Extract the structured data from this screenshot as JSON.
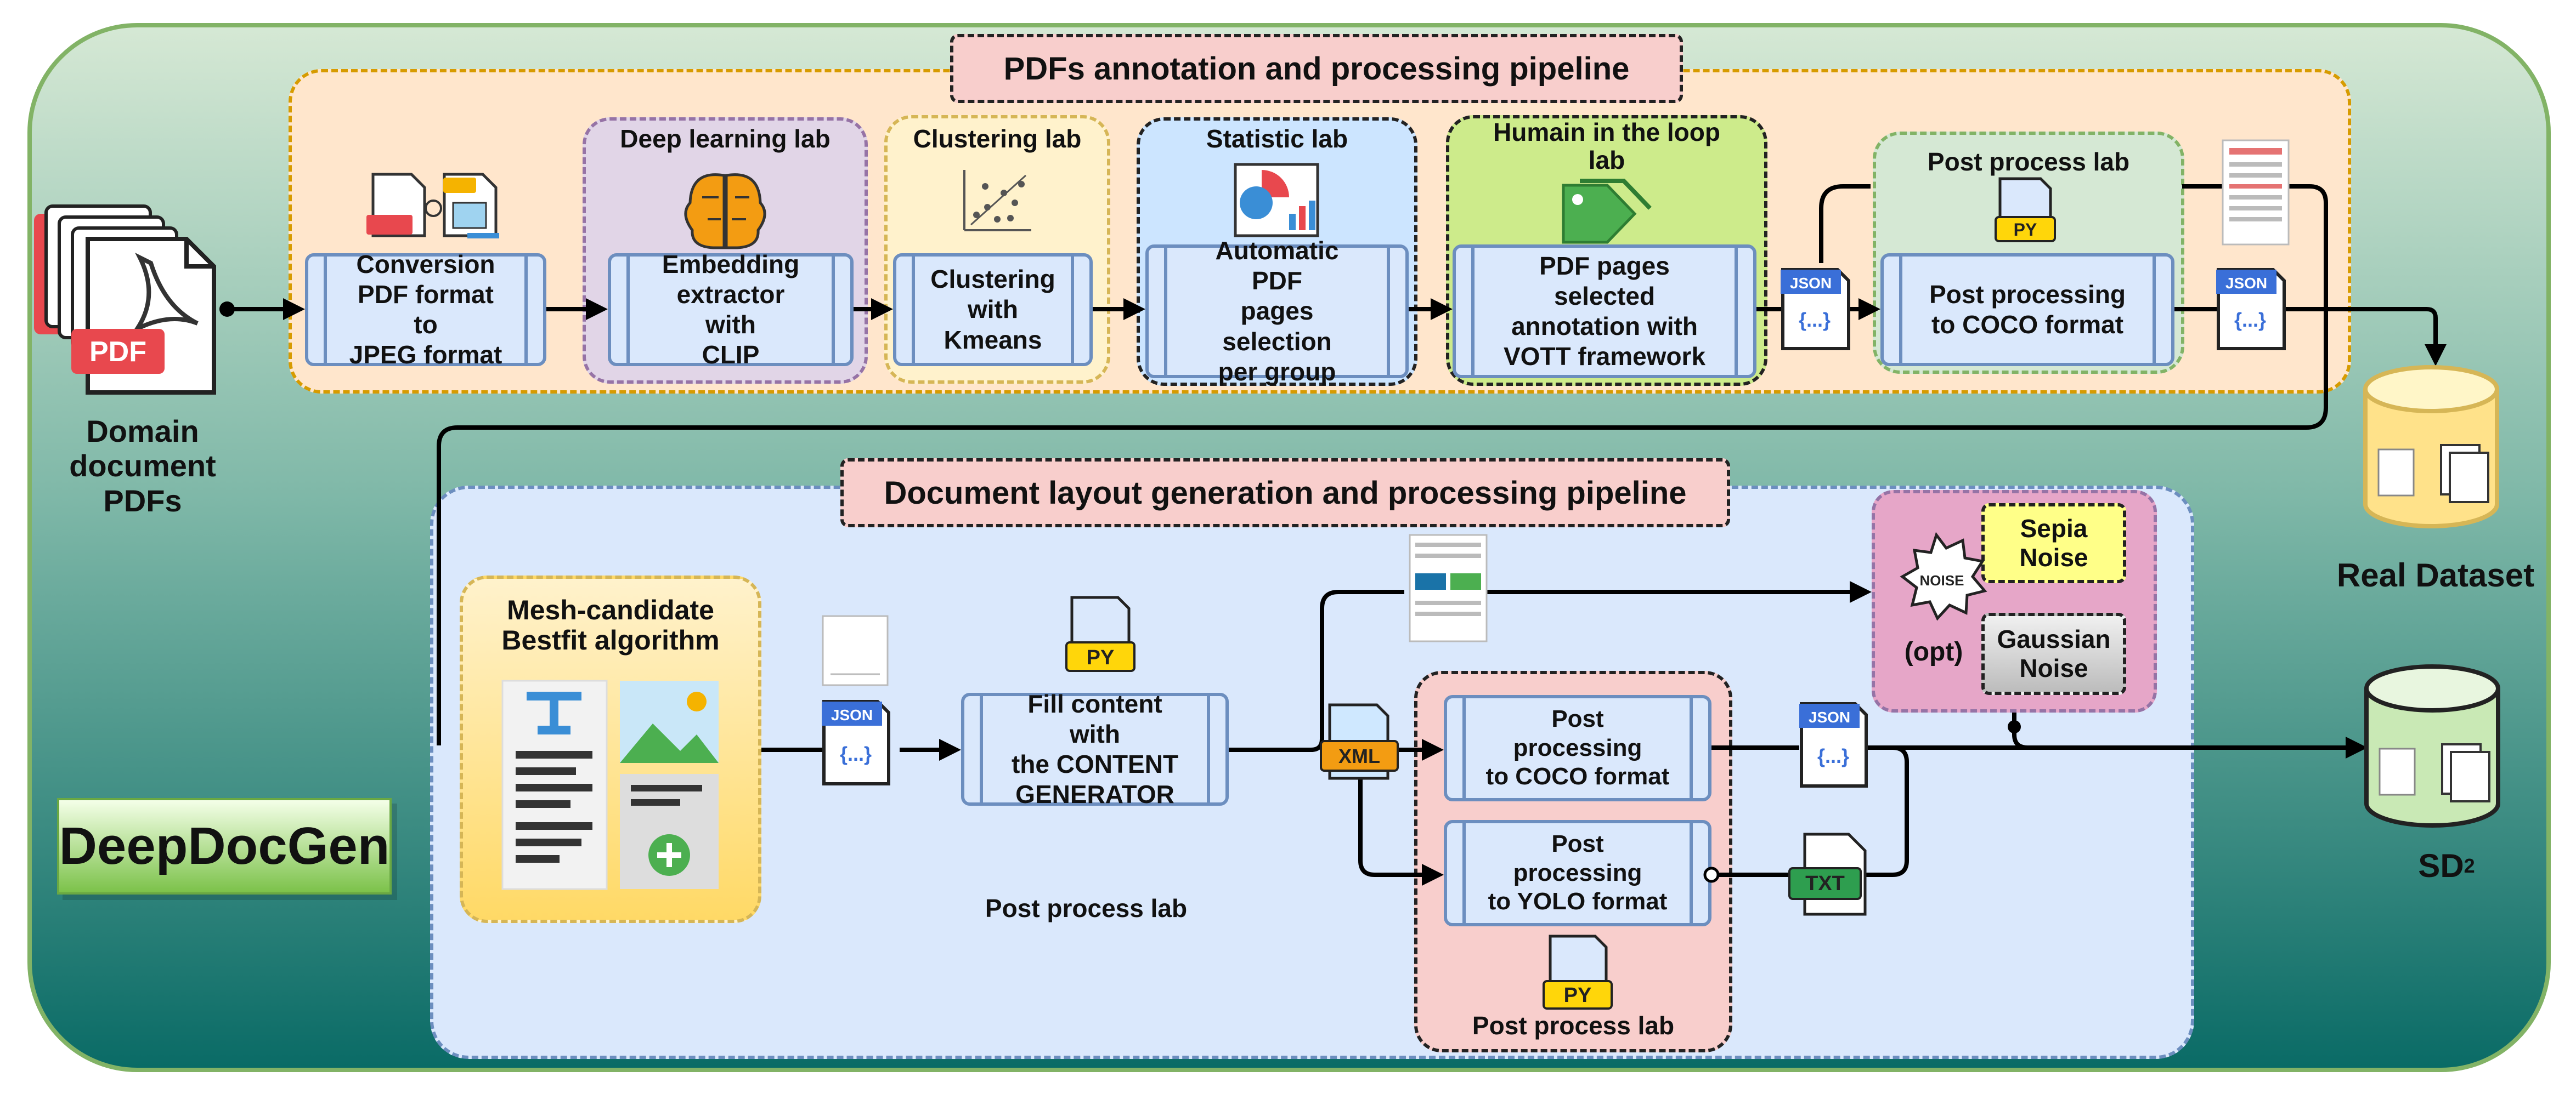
{
  "title_bar": {
    "annotation_pipeline": "PDFs annotation  and processing pipeline",
    "generation_pipeline": "Document layout generation and processing pipeline"
  },
  "brand": {
    "name": "DeepDocGen"
  },
  "input": {
    "pdf_badge": "PDF",
    "label": "Domain\ndocument\nPDFs"
  },
  "labs": {
    "deep_learning": "Deep learning lab",
    "clustering": "Clustering lab",
    "statistic": "Statistic lab",
    "human_loop": "Humain in the loop\nlab",
    "post_process_top": "Post process lab",
    "post_process_bottom": "Post process lab",
    "post_process_left": "Post process lab"
  },
  "steps": {
    "conversion": "Conversion\nPDF format to\nJPEG format",
    "embedding": "Embedding\nextractor with\nCLIP",
    "clustering": "Clustering\nwith\nKmeans",
    "automatic": "Automatic PDF\npages selection\nper group",
    "annotation": "PDF pages\nselected\nannotation with\nVOTT framework",
    "coco_top": "Post processing\nto COCO format",
    "fill_content": "Fill content with\nthe CONTENT\nGENERATOR",
    "coco_bottom": "Post processing\nto COCO format",
    "yolo": "Post processing\nto YOLO format"
  },
  "mesh": {
    "title": "Mesh-candidate\nBestfit algorithm"
  },
  "noise": {
    "sepia": "Sepia\nNoise",
    "gaussian": "Gaussian\nNoise",
    "opt": "(opt)",
    "icon_text": "NOISE"
  },
  "file_tags": {
    "json": "JSON",
    "json_body": "{...}",
    "py": "PY",
    "xml": "XML",
    "txt": "TXT"
  },
  "outputs": {
    "real": "Real Dataset",
    "sd_base": "SD",
    "sd_sup": "2"
  },
  "colors": {
    "outer_bg_top": "#d5e8d4",
    "outer_bg_bottom": "#0a6b66",
    "outer_border": "#82b366",
    "top_panel": "#ffe6cc",
    "top_panel_border": "#d79b00",
    "bottom_panel": "#dae8fc",
    "bottom_panel_border": "#6c8ebf",
    "process_fill": "#dae8fc",
    "process_border": "#6c8ebf",
    "title_badge": "#f8cecc",
    "deep_lab": "#e1d5e7",
    "cluster_lab": "#fff2cc",
    "stat_lab": "#cce5ff",
    "human_lab": "#cdeb8b",
    "post_lab_top": "#d5e8d4",
    "post_lab_bottom": "#f8cecc",
    "noise_lab": "#e6a6c8",
    "sepia": "#ffff88",
    "gaussian": "#d0d0d0",
    "real_db": "#ffe28a",
    "sd_db": "#c9e9b5"
  }
}
